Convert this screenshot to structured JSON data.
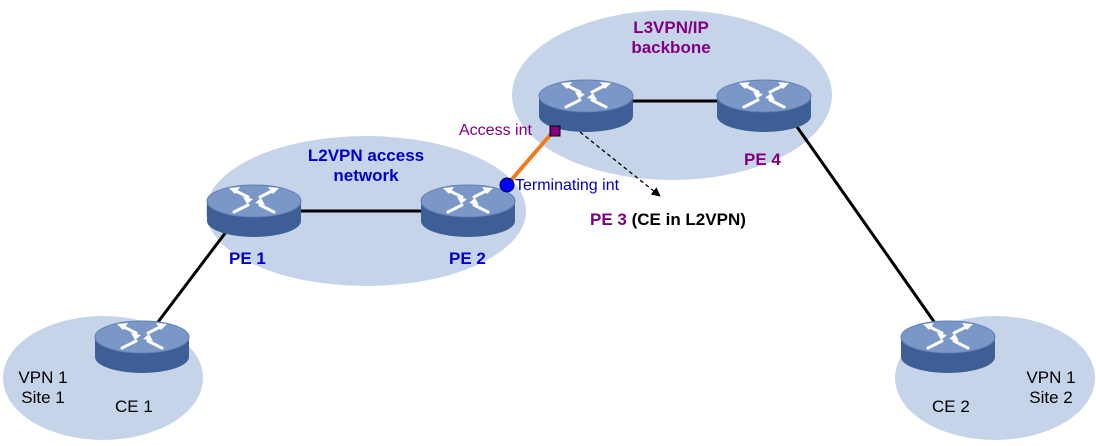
{
  "colors": {
    "cloud_fill": "#c6d4ea",
    "router_top": "#7a97c8",
    "router_side": "#3d5f95",
    "link": "#000000",
    "access_link": "#f07a1e",
    "access_int_fill": "#800080",
    "terminating_int_fill": "#0000ff",
    "blue_text": "#0000cc",
    "purple_text": "#800080"
  },
  "icons": {
    "router": "router-icon",
    "access_int": "square-marker-icon",
    "terminating_int": "circle-marker-icon"
  },
  "clouds": {
    "l2vpn": {
      "line1": "L2VPN access",
      "line2": "network"
    },
    "l3vpn": {
      "line1": "L3VPN/IP",
      "line2": "backbone"
    },
    "site1": {
      "line1": "VPN 1",
      "line2": "Site 1"
    },
    "site2": {
      "line1": "VPN 1",
      "line2": "Site 2"
    }
  },
  "devices": {
    "pe1": "PE 1",
    "pe2": "PE 2",
    "pe3": "PE 3",
    "pe3_note": "(CE in L2VPN)",
    "pe4": "PE 4",
    "ce1": "CE 1",
    "ce2": "CE 2"
  },
  "interfaces": {
    "access": "Access int",
    "terminating": "Terminating int"
  }
}
